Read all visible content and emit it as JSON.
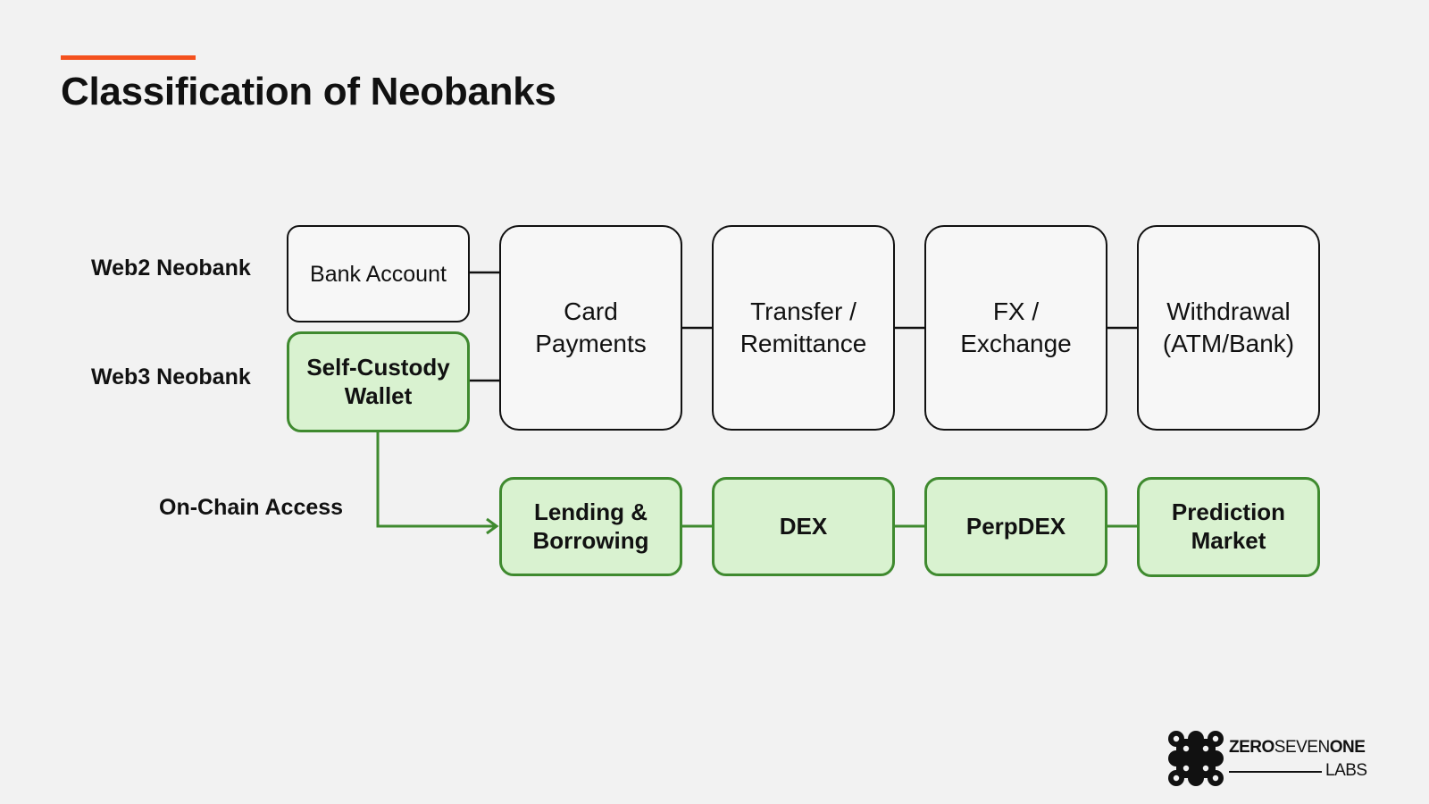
{
  "page": {
    "title": "Classification of Neobanks",
    "accent_color": "#f4511e"
  },
  "row_labels": {
    "web2": "Web2 Neobank",
    "web3": "Web3 Neobank",
    "onchain": "On-Chain Access"
  },
  "nodes": {
    "bank_account": "Bank Account",
    "self_custody_wallet": "Self-Custody\nWallet",
    "card_payments": "Card\nPayments",
    "transfer_remittance": "Transfer /\nRemittance",
    "fx_exchange": "FX /\nExchange",
    "withdrawal": "Withdrawal\n(ATM/Bank)",
    "lending_borrowing": "Lending &\nBorrowing",
    "dex": "DEX",
    "perpdex": "PerpDEX",
    "prediction_market": "Prediction\nMarket"
  },
  "colors": {
    "green_fill": "#d9f2d0",
    "green_stroke": "#3f8a2f",
    "plain_stroke": "#111111"
  },
  "logo": {
    "line1_part1": "ZERO",
    "line1_part2": "SEVEN",
    "line1_part3": "ONE",
    "line2": "LABS"
  }
}
